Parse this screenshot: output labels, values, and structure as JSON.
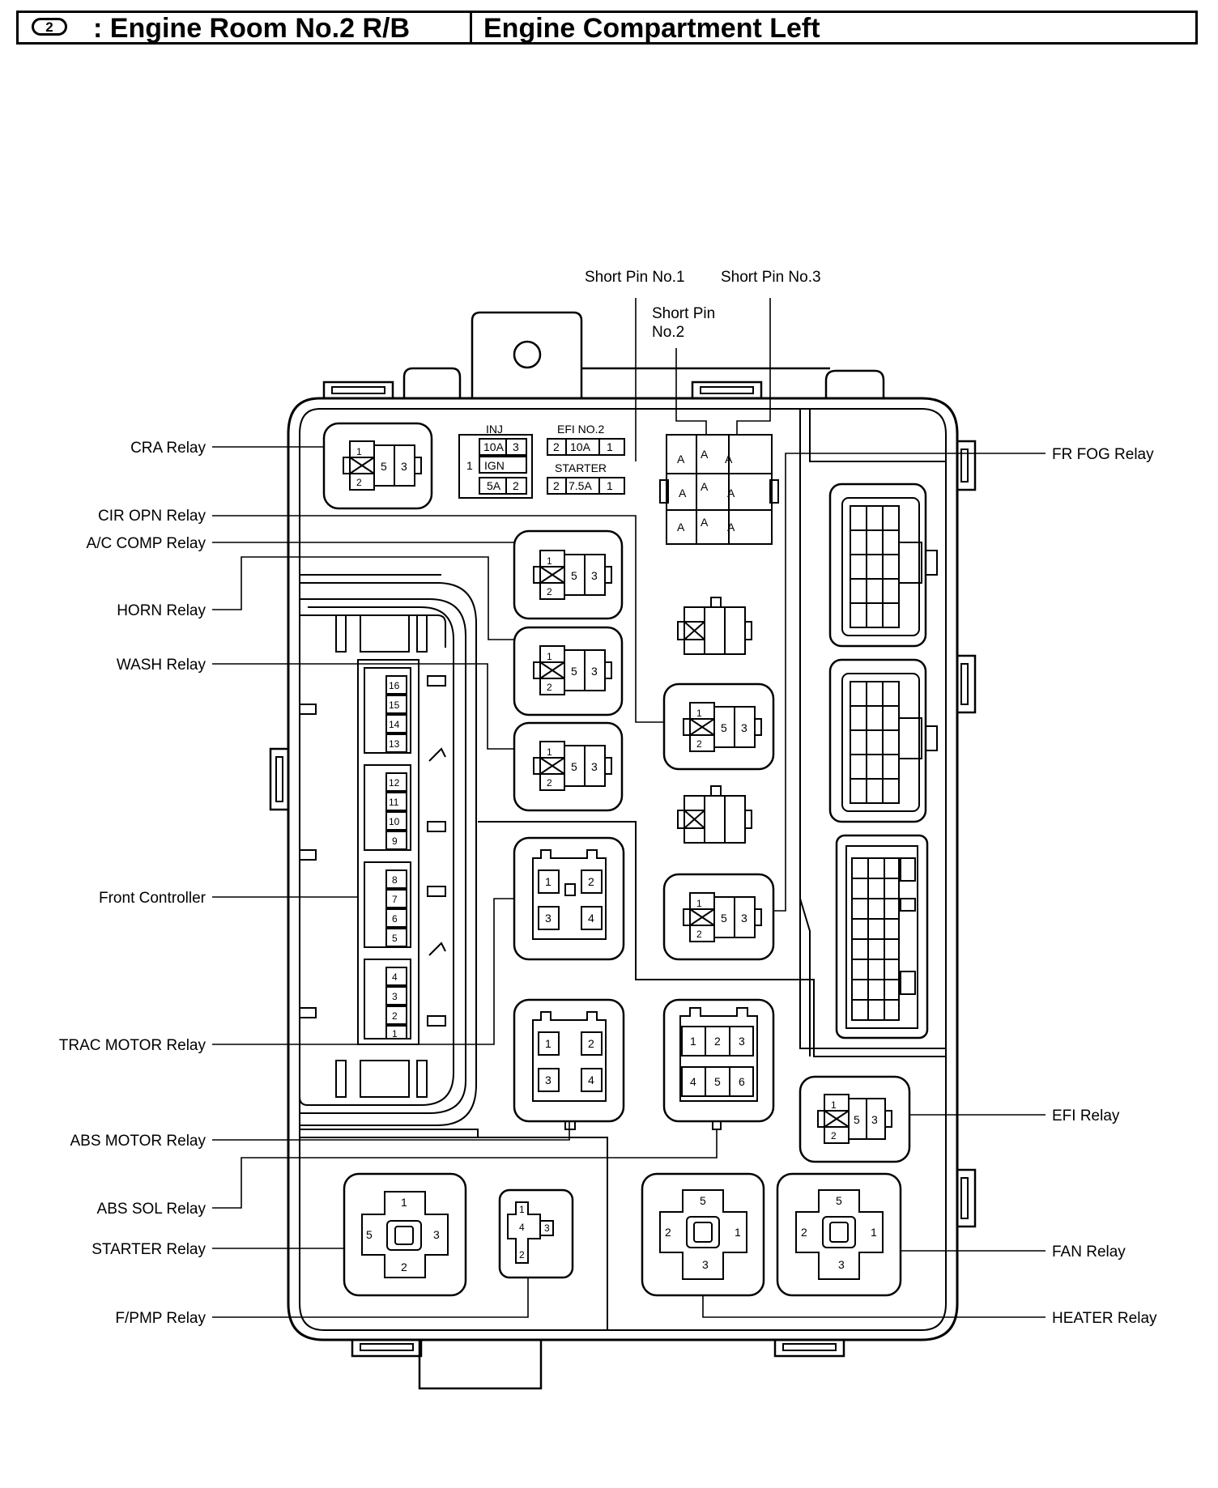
{
  "header": {
    "badge": "2",
    "title": ": Engine Room No.2 R/B",
    "location": "Engine Compartment Left"
  },
  "short_pins": {
    "pin1": "Short Pin No.1",
    "pin2_line1": "Short Pin",
    "pin2_line2": "No.2",
    "pin3": "Short Pin No.3",
    "cell": "A"
  },
  "fuses": {
    "inj": "INJ",
    "inj_amp": "10A",
    "inj_pin": "3",
    "ign_left": "1",
    "ign": "IGN",
    "ign_amp": "5A",
    "ign_pin": "2",
    "efi2": "EFI NO.2",
    "efi2_l": "2",
    "efi2_amp": "10A",
    "efi2_r": "1",
    "starter": "STARTER",
    "starter_l": "2",
    "starter_amp": "7.5A",
    "starter_r": "1"
  },
  "labels_left": {
    "cra": "CRA Relay",
    "cir_opn": "CIR OPN Relay",
    "ac_comp": "A/C COMP Relay",
    "horn": "HORN Relay",
    "wash": "WASH Relay",
    "front_controller": "Front Controller",
    "trac_motor": "TRAC MOTOR Relay",
    "abs_motor": "ABS MOTOR Relay",
    "abs_sol": "ABS SOL Relay",
    "starter": "STARTER Relay",
    "fpmp": "F/PMP Relay"
  },
  "labels_right": {
    "fr_fog": "FR FOG Relay",
    "efi": "EFI Relay",
    "fan": "FAN Relay",
    "heater": "HEATER Relay"
  },
  "pins": {
    "p1": "1",
    "p2": "2",
    "p3": "3",
    "p4": "4",
    "p5": "5",
    "p6": "6",
    "p7": "7",
    "p8": "8",
    "p9": "9",
    "p10": "10",
    "p11": "11",
    "p12": "12",
    "p13": "13",
    "p14": "14",
    "p15": "15",
    "p16": "16"
  }
}
